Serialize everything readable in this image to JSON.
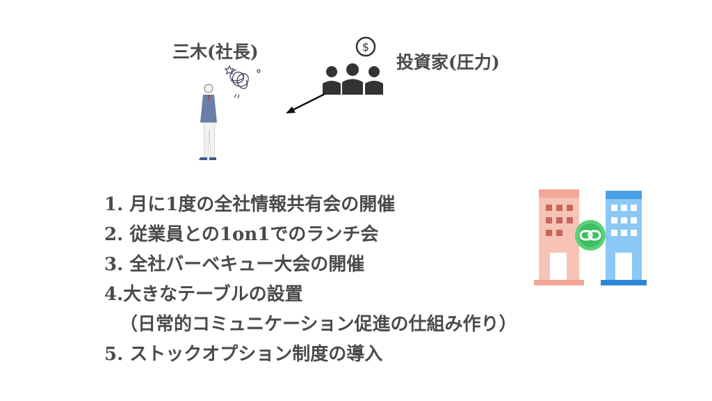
{
  "ceo": {
    "label": "三木(社長)"
  },
  "investors": {
    "label": "投資家(圧力)",
    "icon": "dollar-speech-bubble"
  },
  "measures": [
    "1. 月に1度の全社情報共有会の開催",
    "2. 従業員との1on1でのランチ会",
    "3. 全社バーベキュー大会の開催",
    "4.大きなテーブルの設置",
    "（日常的コミュニケーション促進の仕組み作り）",
    "5. ストックオプション制度の導入"
  ],
  "colors": {
    "text": "#4a4a4a",
    "building_left": "#f4b6a8",
    "building_right": "#6ab4f0",
    "link": "#4cd964"
  }
}
